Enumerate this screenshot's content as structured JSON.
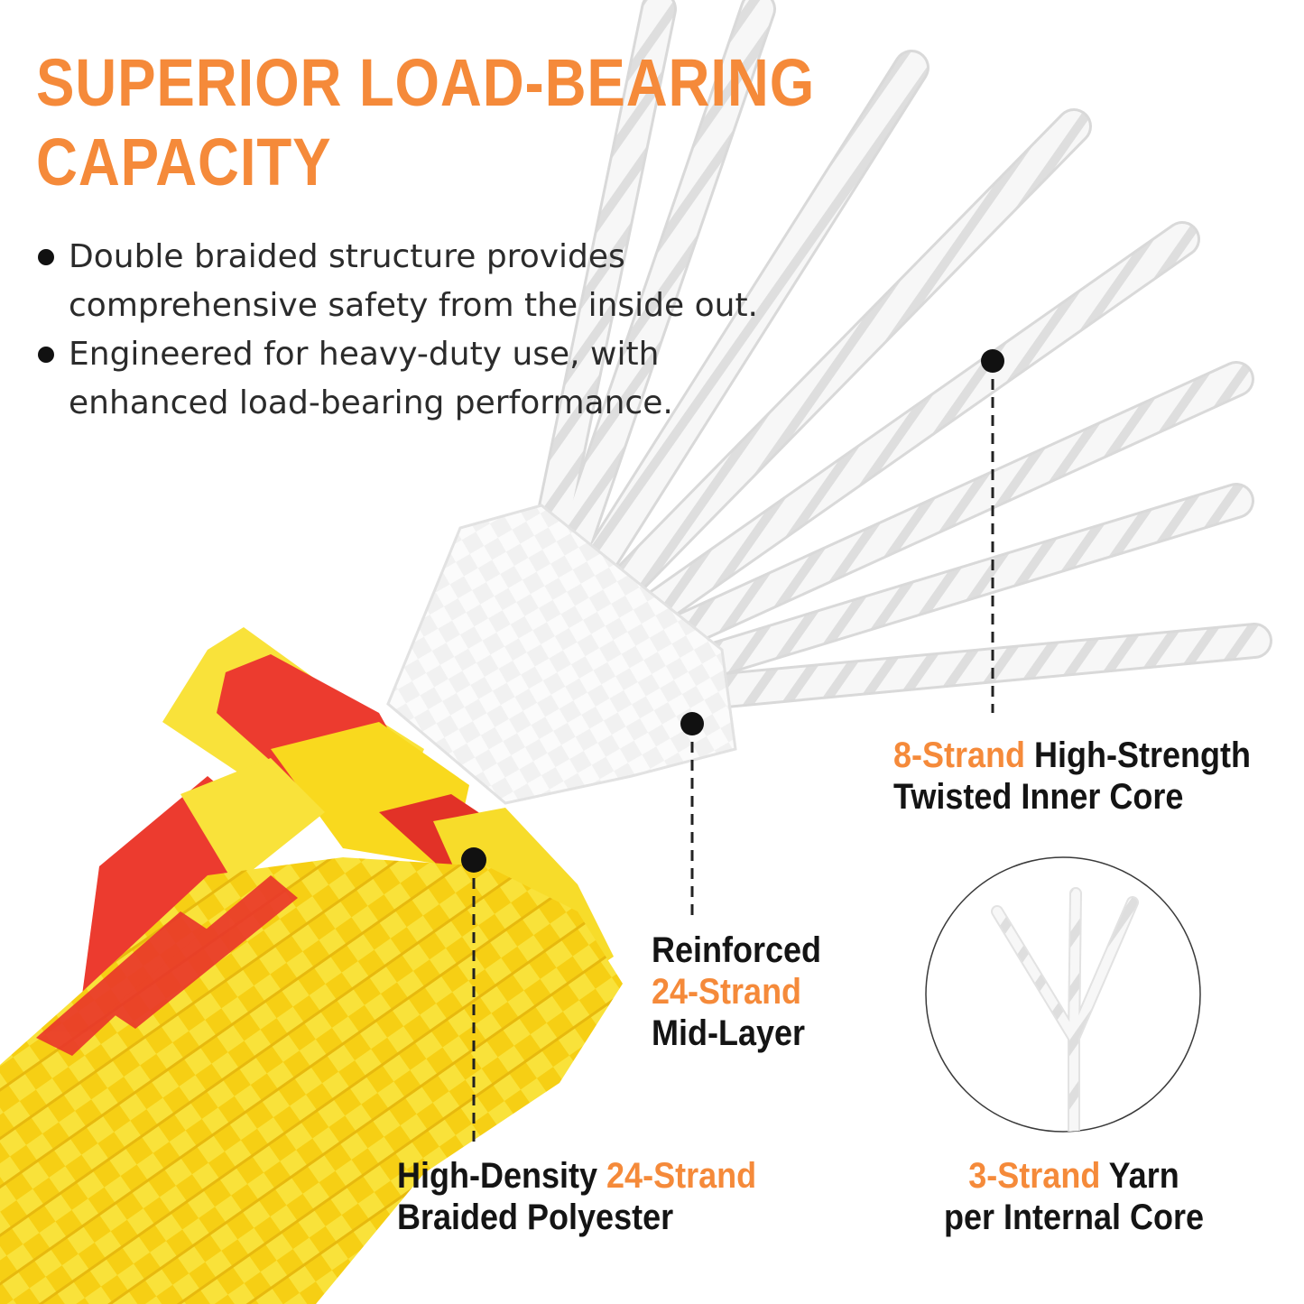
{
  "headline": {
    "line1": "SUPERIOR LOAD-BEARING",
    "line2": "CAPACITY"
  },
  "bullets": [
    {
      "line1": "Double braided structure provides",
      "line2": "comprehensive safety from the inside out."
    },
    {
      "line1": "Engineered for heavy-duty use, with",
      "line2": "enhanced load-bearing performance."
    }
  ],
  "callouts": {
    "core": {
      "highlight": "8-Strand",
      "rest": "High-Strength",
      "line2": "Twisted Inner Core"
    },
    "mid": {
      "line1": "Reinforced",
      "highlight": "24-Strand",
      "line3": "Mid-Layer"
    },
    "outer": {
      "line1": "High-Density",
      "highlight": "24-Strand",
      "line2": "Braided Polyester"
    },
    "yarn": {
      "highlight": "3-Strand",
      "rest": "Yarn",
      "line2": "per Internal Core"
    }
  },
  "colors": {
    "accent": "#f58a3a",
    "text": "#141414",
    "rope_yellow": "#f7d51a",
    "rope_red": "#ec3b2f",
    "rope_white": "#f4f4f4"
  }
}
